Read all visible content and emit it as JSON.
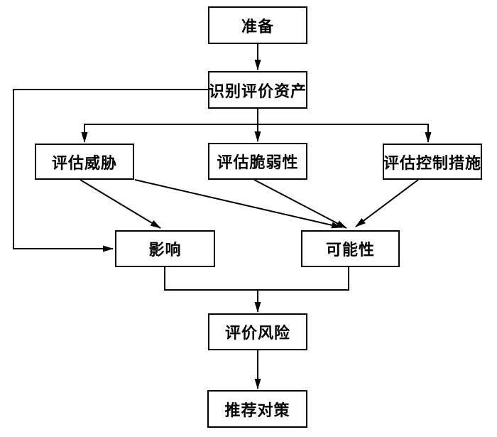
{
  "diagram": {
    "type": "flowchart",
    "title": "",
    "nodes": [
      {
        "id": "prepare",
        "label": "准备"
      },
      {
        "id": "identify-assets",
        "label": "识别评价资产"
      },
      {
        "id": "assess-threats",
        "label": "评估威胁"
      },
      {
        "id": "assess-vulnerabilities",
        "label": "评估脆弱性"
      },
      {
        "id": "assess-controls",
        "label": "评估控制措施"
      },
      {
        "id": "impact",
        "label": "影响"
      },
      {
        "id": "likelihood",
        "label": "可能性"
      },
      {
        "id": "evaluate-risk",
        "label": "评价风险"
      },
      {
        "id": "recommend-countermeasures",
        "label": "推荐对策"
      }
    ],
    "edges": [
      {
        "from": "prepare",
        "to": "identify-assets"
      },
      {
        "from": "identify-assets",
        "to": "assess-threats"
      },
      {
        "from": "identify-assets",
        "to": "assess-vulnerabilities"
      },
      {
        "from": "identify-assets",
        "to": "assess-controls"
      },
      {
        "from": "identify-assets",
        "to": "impact"
      },
      {
        "from": "assess-threats",
        "to": "impact"
      },
      {
        "from": "assess-threats",
        "to": "likelihood"
      },
      {
        "from": "assess-vulnerabilities",
        "to": "likelihood"
      },
      {
        "from": "assess-controls",
        "to": "likelihood"
      },
      {
        "from": "impact",
        "to": "evaluate-risk"
      },
      {
        "from": "likelihood",
        "to": "evaluate-risk"
      },
      {
        "from": "evaluate-risk",
        "to": "recommend-countermeasures"
      }
    ],
    "colors": {
      "line": "#000000",
      "box_border": "#000000",
      "box_fill": "#ffffff",
      "background": "#ffffff"
    }
  }
}
